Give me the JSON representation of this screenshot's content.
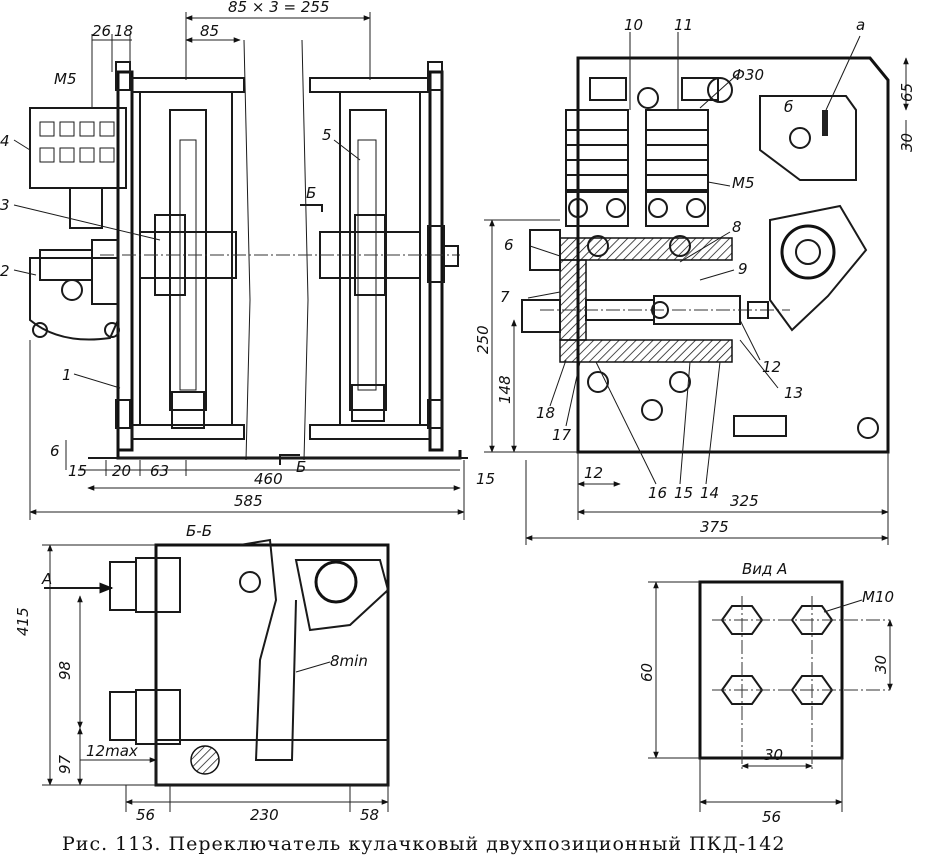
{
  "caption": "Рис. 113. Переключатель кулачковый двухпозиционный ПКД-142",
  "section_title": "Б-Б",
  "view_title": "Вид А",
  "top_dims": {
    "pitch": "85 × 3 = 255",
    "d26": "26",
    "d18": "18",
    "d85": "85",
    "m5_left": "М5",
    "d15a": "15",
    "d20": "20",
    "d63": "63",
    "d460": "460",
    "d15b": "15",
    "d585": "585",
    "d6": "6",
    "sect_b1": "Б",
    "sect_b2": "Б"
  },
  "right_dims": {
    "phi30": "Ф30",
    "d65": "65",
    "d30": "30",
    "m5": "М5",
    "d250": "250",
    "d148": "148",
    "d12": "12",
    "d325": "325",
    "d375": "375",
    "a": "а",
    "b": "б"
  },
  "part_numbers": {
    "p1": "1",
    "p2": "2",
    "p3": "3",
    "p4": "4",
    "p5": "5",
    "p6": "6",
    "p7": "7",
    "p8": "8",
    "p9": "9",
    "p10": "10",
    "p11": "11",
    "p12": "12",
    "p13": "13",
    "p14": "14",
    "p15": "15",
    "p16": "16",
    "p17": "17",
    "p18": "18"
  },
  "section_dims": {
    "d415": "415",
    "a": "А",
    "d98": "98",
    "d97": "97",
    "d12max": "12max",
    "d8min": "8min",
    "d56": "56",
    "d230": "230",
    "d58": "58"
  },
  "view_dims": {
    "m10": "М10",
    "d60": "60",
    "d30v": "30",
    "d30h": "30",
    "d56": "56"
  }
}
